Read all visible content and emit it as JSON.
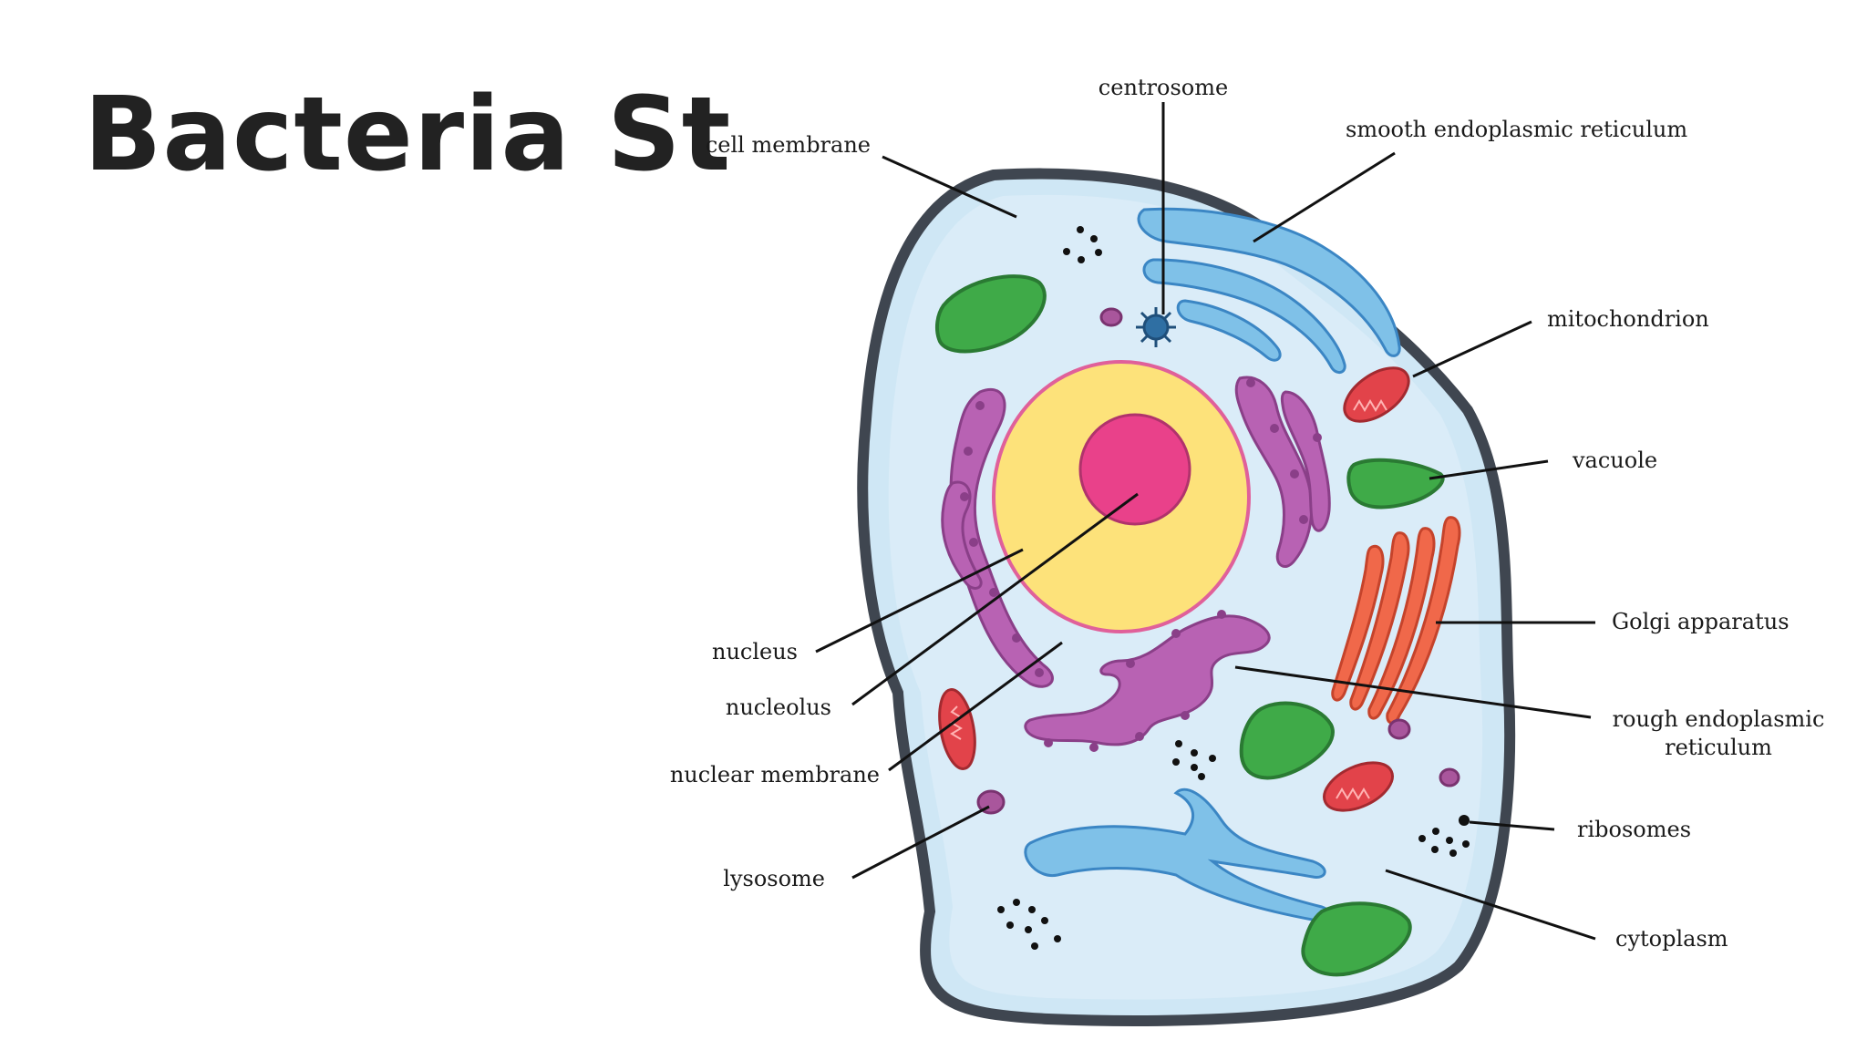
{
  "title": "Bacteria St",
  "labels": {
    "centrosome": "centrosome",
    "cell_membrane": "cell membrane",
    "smooth_er": "smooth endoplasmic reticulum",
    "mitochondrion": "mitochondrion",
    "vacuole": "vacuole",
    "golgi": "Golgi apparatus",
    "rough_er_1": "rough endoplasmic",
    "rough_er_2": "reticulum",
    "ribosomes": "ribosomes",
    "cytoplasm": "cytoplasm",
    "nucleus": "nucleus",
    "nucleolus": "nucleolus",
    "nuclear_membrane": "nuclear membrane",
    "lysosome": "lysosome"
  },
  "colors": {
    "membrane": "#3f4650",
    "cytoplasm": "#cfe7f5",
    "nucleus": "#fde27a",
    "nuclear_membrane": "#e0609a",
    "nucleolus": "#e9418a",
    "rough_er": "#b862b3",
    "smooth_er": "#7fc1e8",
    "golgi": "#f0684a",
    "mitochondrion": "#e2434a",
    "vacuole": "#3faa48",
    "lysosome": "#a9569c",
    "centrosome": "#2f6fa3"
  }
}
